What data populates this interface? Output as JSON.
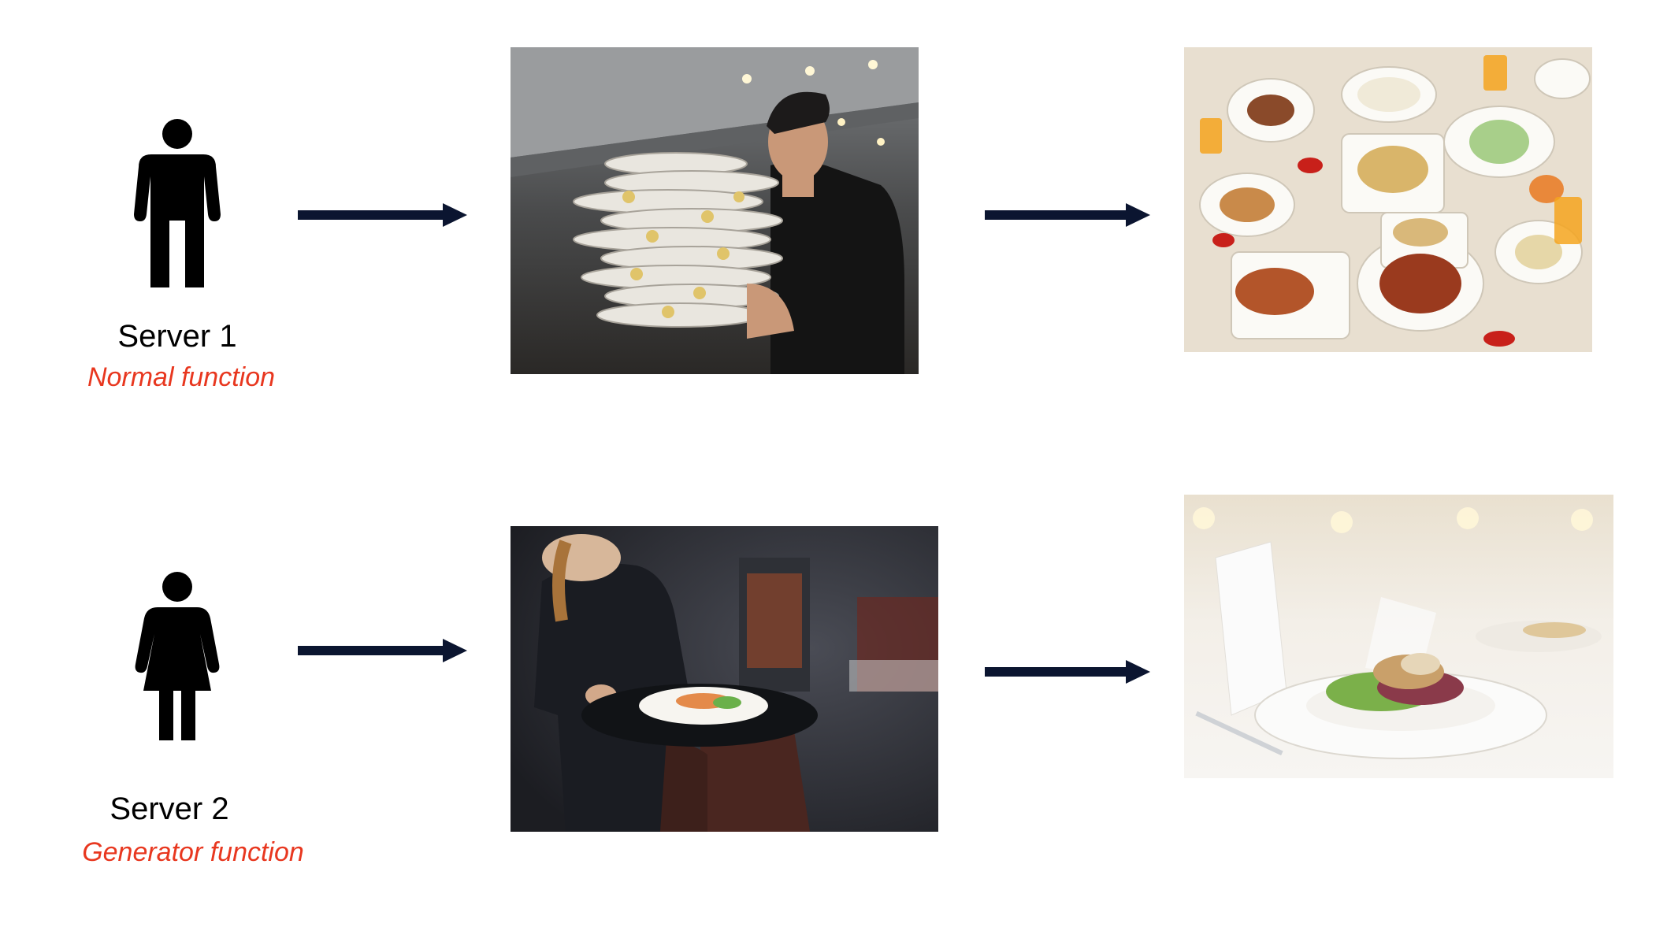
{
  "rows": [
    {
      "server_label": "Server 1",
      "function_label": "Normal function",
      "person_icon": "man-icon",
      "photo_1": "server-carrying-stacked-plates",
      "photo_2": "table-full-of-dishes"
    },
    {
      "server_label": "Server 2",
      "function_label": "Generator function",
      "person_icon": "woman-icon",
      "photo_1": "waitress-serving-single-plate",
      "photo_2": "single-plated-dish"
    }
  ],
  "colors": {
    "function_label": "#e8371f",
    "arrow": "#0b1530",
    "icon": "#000000"
  }
}
